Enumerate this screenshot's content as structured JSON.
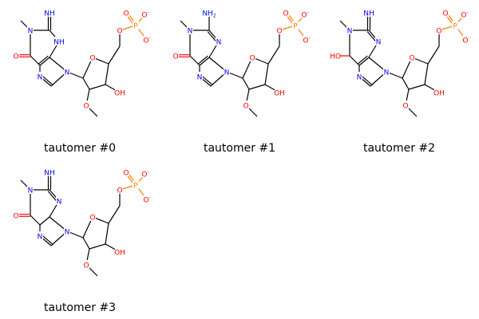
{
  "colors": {
    "carbon_bond": "#000000",
    "nitrogen": "#0000FF",
    "oxygen": "#FF0000",
    "phosphorus": "#FF8000",
    "background": "#FFFFFF"
  },
  "atom_labels": {
    "NH": "NH",
    "NH2": "NH",
    "NH2_sub": "2",
    "N": "N",
    "O": "O",
    "OH": "OH",
    "HO": "HO",
    "P": "P",
    "O_minus": "O",
    "minus": "-"
  },
  "tautomers": [
    {
      "caption": "tautomer #0",
      "variant": 0
    },
    {
      "caption": "tautomer #1",
      "variant": 1
    },
    {
      "caption": "tautomer #2",
      "variant": 2
    },
    {
      "caption": "tautomer #3",
      "variant": 3
    }
  ]
}
